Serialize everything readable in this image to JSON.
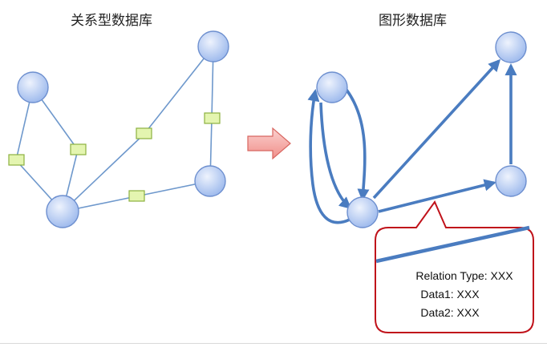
{
  "titles": {
    "relational": "关系型数据库",
    "graph": "图形数据库"
  },
  "callout": {
    "relation_type": "Relation Type: XXX",
    "data1": "Data1: XXX",
    "data2": "Data2: XXX"
  },
  "colors": {
    "node_fill_light": "#dde8fb",
    "node_fill_dark": "#9ab7ec",
    "node_stroke": "#6d8fcf",
    "edge_thin": "#6e98cc",
    "edge_thick": "#4a7cc0",
    "relation_box_fill": "#e4f5b0",
    "relation_box_stroke": "#8cb040",
    "arrow_fill": "#f4a19c",
    "arrow_stroke": "#d86660",
    "callout_border": "#c0121a"
  }
}
